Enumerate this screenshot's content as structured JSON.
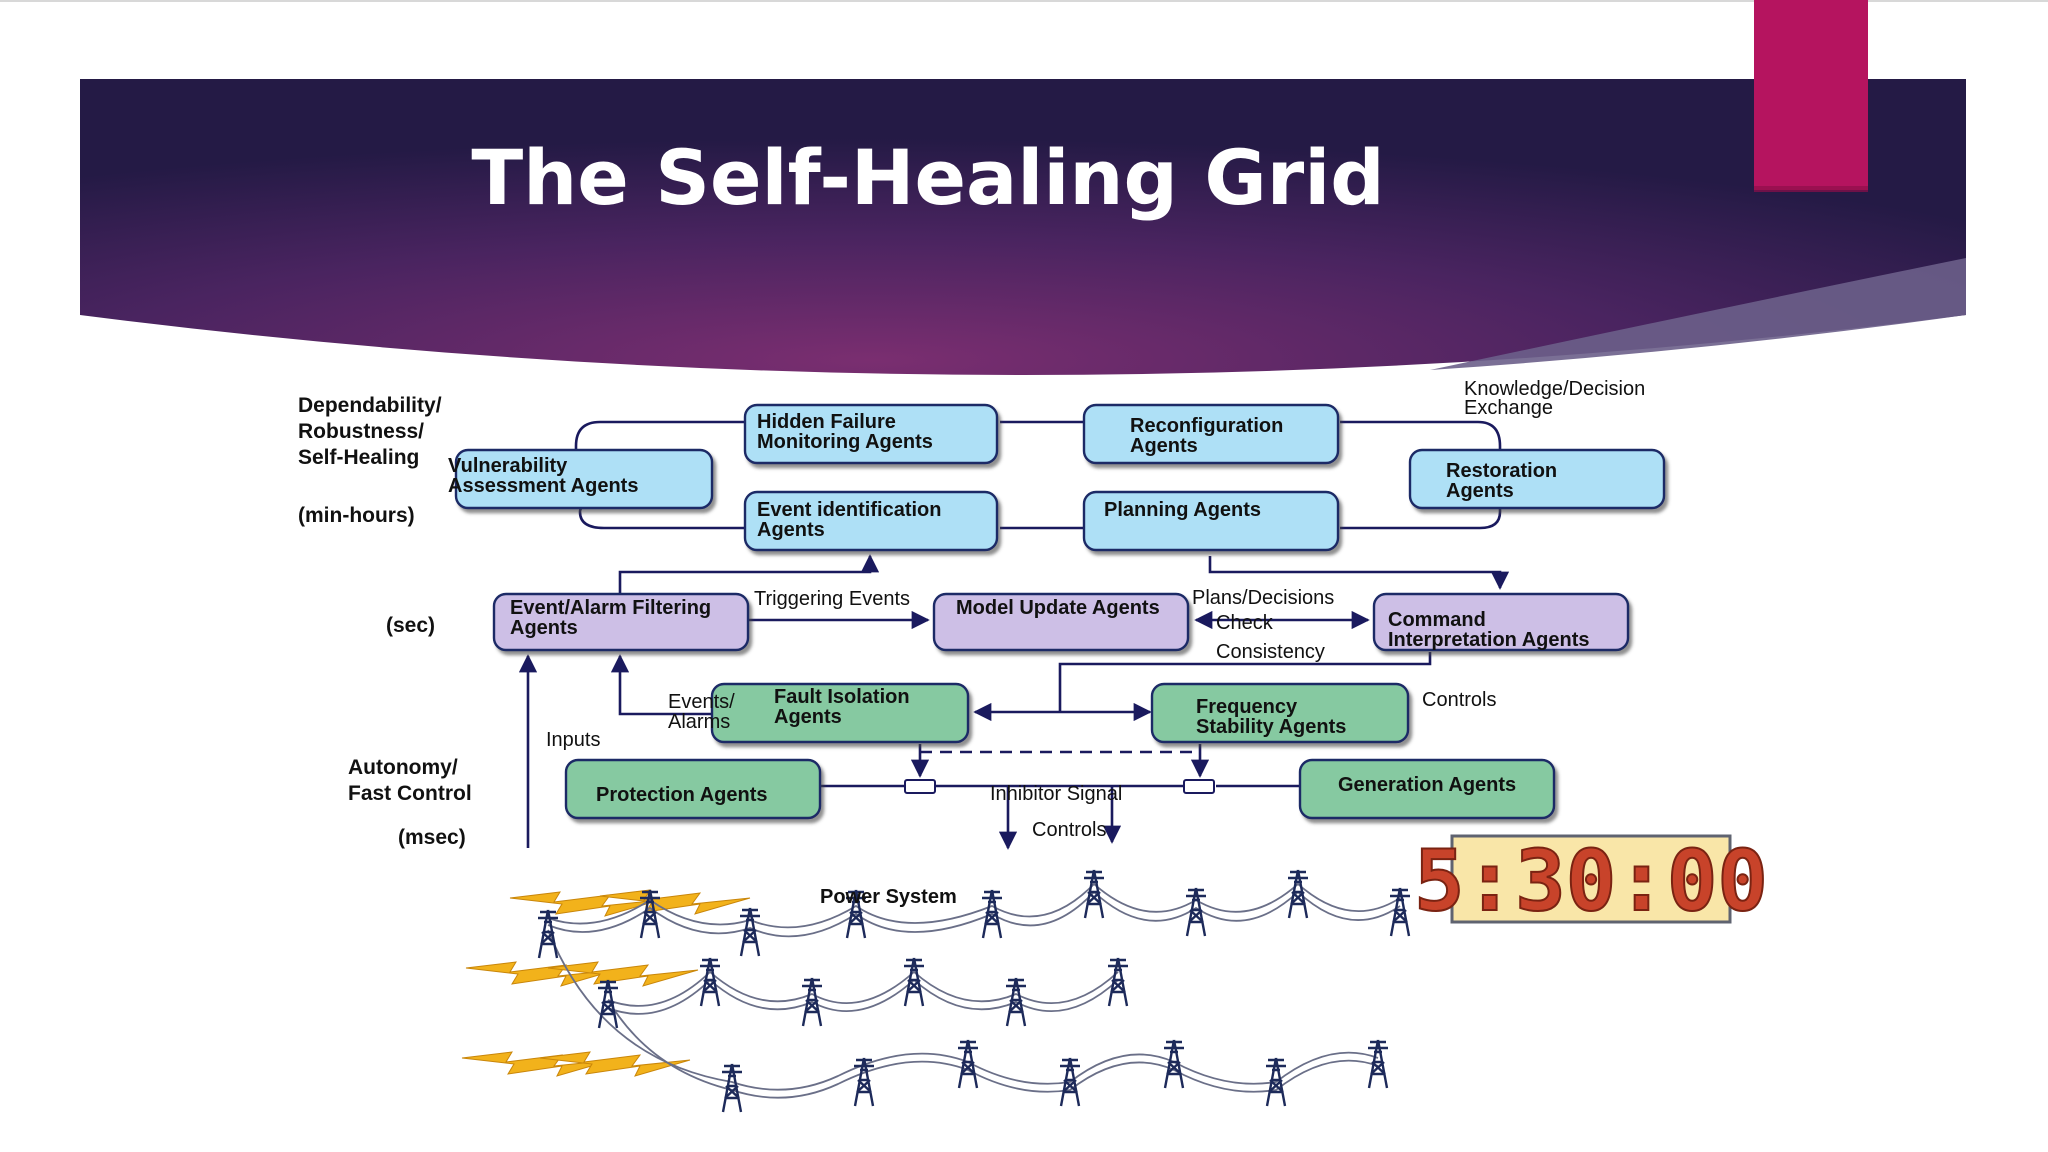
{
  "slide": {
    "title": "The Self-Healing Grid",
    "accent_color": "#b5145f",
    "header_color_dark": "#2a1d4c",
    "header_color_mid": "#6b2b6a"
  },
  "side_labels": {
    "dependability": [
      "Dependability/",
      "Robustness/",
      "Self-Healing"
    ],
    "min_hours": "(min-hours)",
    "sec": "(sec)",
    "autonomy": [
      "Autonomy/",
      "Fast Control"
    ],
    "msec": "(msec)"
  },
  "agents": {
    "hidden_failure": [
      "Hidden Failure",
      "Monitoring Agents"
    ],
    "reconfiguration": [
      "Reconfiguration",
      "Agents"
    ],
    "vulnerability": [
      "Vulnerability",
      "Assessment Agents"
    ],
    "restoration": [
      "Restoration",
      "Agents"
    ],
    "event_identification": [
      "Event identification",
      "Agents"
    ],
    "planning": [
      "Planning Agents"
    ],
    "event_alarm": [
      "Event/Alarm Filtering",
      "Agents"
    ],
    "model_update": [
      "Model Update Agents"
    ],
    "command_interpretation": [
      "Command",
      "Interpretation Agents"
    ],
    "fault_isolation": [
      "Fault Isolation",
      "Agents"
    ],
    "frequency_stability": [
      "Frequency",
      "Stability Agents"
    ],
    "protection": [
      "Protection Agents"
    ],
    "generation": [
      "Generation Agents"
    ]
  },
  "flow_labels": {
    "knowledge": [
      "Knowledge/Decision",
      "Exchange"
    ],
    "triggering": "Triggering Events",
    "plans": "Plans/Decisions",
    "check": "Check",
    "consistency": "Consistency",
    "events_alarms": [
      "Events/",
      "Alarms"
    ],
    "inputs": "Inputs",
    "controls_right": "Controls",
    "inhibitor": "Inhibitor Signal",
    "controls_bottom": "Controls",
    "power_system": "Power System"
  },
  "timer": {
    "value": "5:30:00"
  },
  "colors": {
    "blue_box": "#aee0f6",
    "purple_box": "#cdbfe6",
    "green_box": "#86c9a1",
    "line": "#1a1a5e",
    "lightning": "#f2b21b"
  }
}
